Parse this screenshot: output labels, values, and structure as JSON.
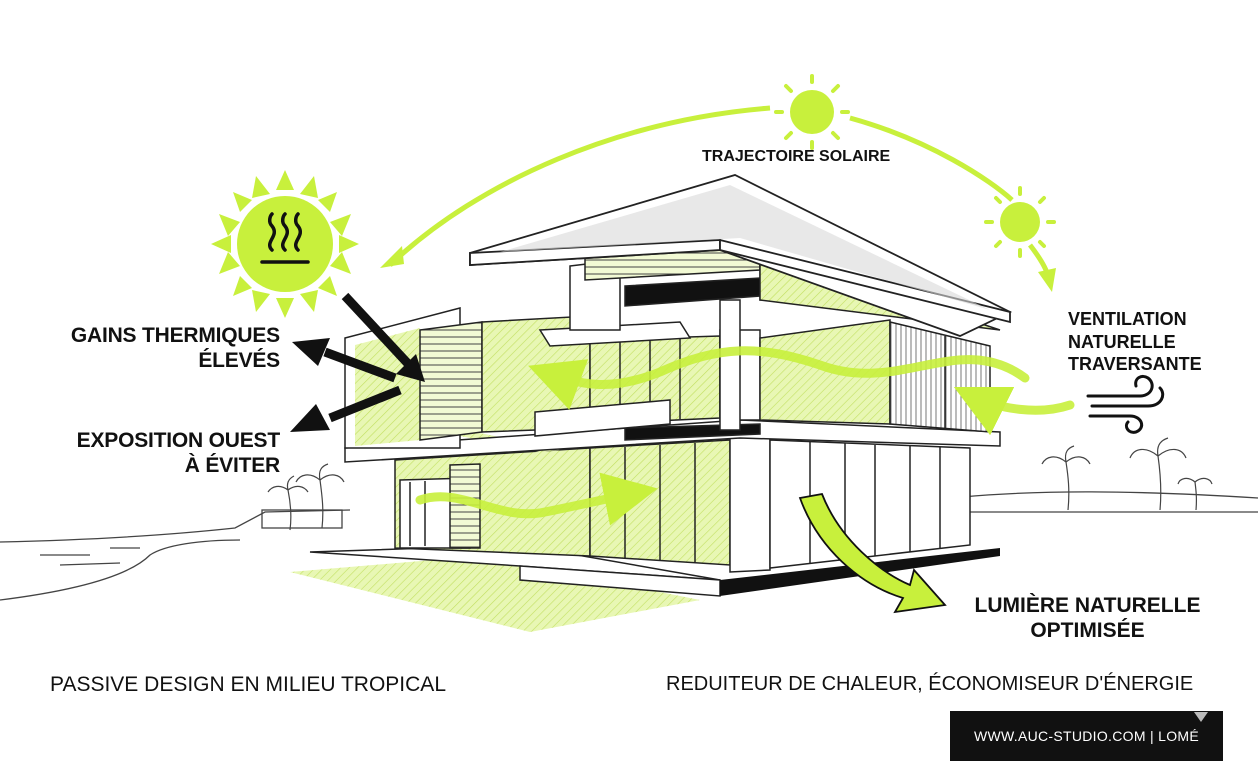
{
  "labels": {
    "sun_path": "TRAJECTOIRE SOLAIRE",
    "heat_gain_line1": "GAINS THERMIQUES",
    "heat_gain_line2": "ÉLEVÉS",
    "west_line1": "EXPOSITION OUEST",
    "west_line2": "À ÉVITER",
    "vent_line1": "VENTILATION",
    "vent_line2": "NATURELLE",
    "vent_line3": "TRAVERSANTE",
    "light_line1": "LUMIÈRE NATURELLE",
    "light_line2": "OPTIMISÉE",
    "footer_left": "PASSIVE DESIGN EN MILIEU TROPICAL",
    "footer_right": "REDUITEUR DE CHALEUR, ÉCONOMISEUR D'ÉNERGIE",
    "website": "WWW.AUC-STUDIO.COM | LOMÉ"
  },
  "icons": [
    "hot-sun-icon",
    "sun-icon",
    "wind-icon",
    "palm-tree-icon"
  ],
  "colors": {
    "accent": "#c8f03c",
    "accent_soft": "#e6f6b0",
    "ink": "#111111",
    "line": "#333333"
  }
}
